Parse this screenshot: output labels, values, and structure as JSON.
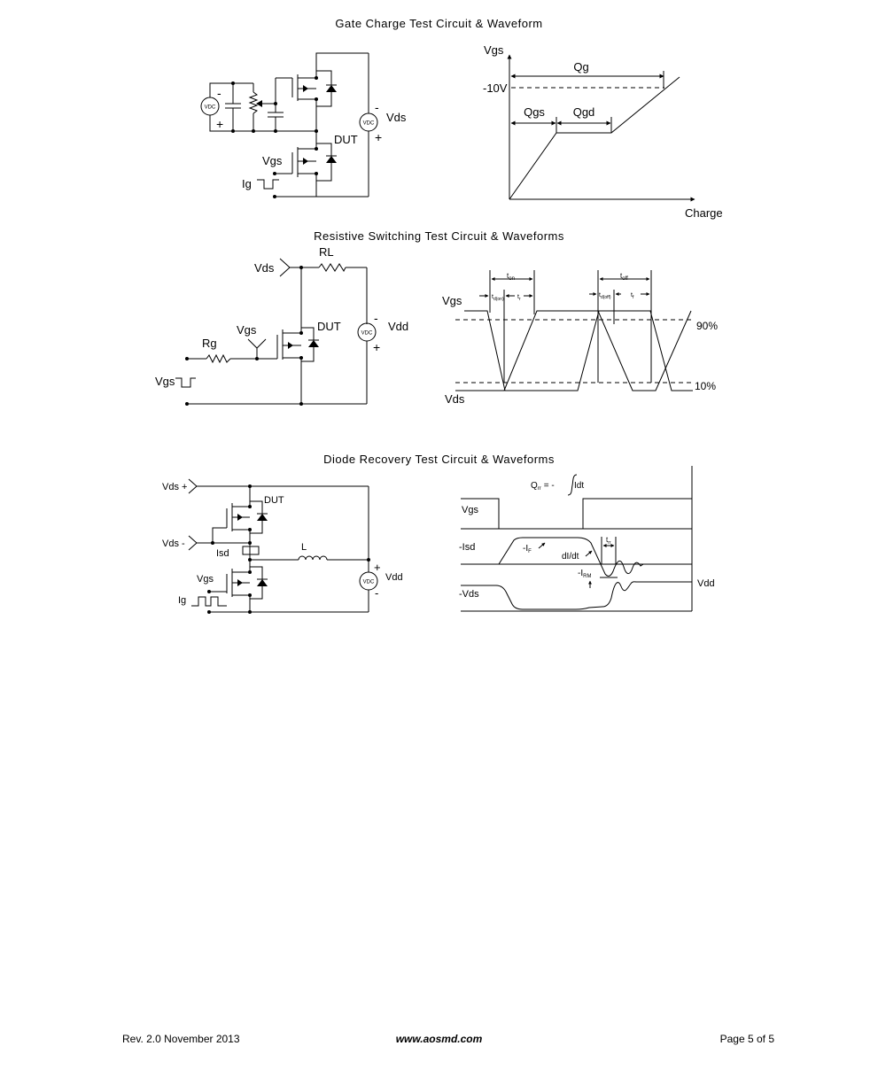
{
  "sections": {
    "gate_charge": {
      "title": "Gate Charge Test Circuit & Waveform",
      "circuit": {
        "vdc": "VDC",
        "minus": "-",
        "plus": "+",
        "vds": "Vds",
        "dut": "DUT",
        "vgs": "Vgs",
        "ig": "Ig"
      },
      "waveform": {
        "y_label": "Vgs",
        "x_label": "Charge",
        "level": "-10V",
        "qg": "Qg",
        "qgs": "Qgs",
        "qgd": "Qgd"
      }
    },
    "resistive_switching": {
      "title": "Resistive Switching Test Circuit & Waveforms",
      "circuit": {
        "vds": "Vds",
        "rl": "RL",
        "vgs": "Vgs",
        "dut": "DUT",
        "rg": "Rg",
        "vgs_pulse": "Vgs",
        "vdc": "VDC",
        "minus": "-",
        "plus": "+",
        "vdd": "Vdd"
      },
      "waveform": {
        "vgs": "Vgs",
        "vds": "Vds",
        "pct90": "90%",
        "pct10": "10%",
        "ton": "t",
        "ton_sub": "on",
        "toff": "t",
        "toff_sub": "off",
        "tdon": "t",
        "tdon_sub": "d(on)",
        "tr": "t",
        "tr_sub": "r",
        "tdoff": "t",
        "tdoff_sub": "d(off)",
        "tf": "t",
        "tf_sub": "f"
      }
    },
    "diode_recovery": {
      "title": "Diode Recovery Test Circuit & Waveforms",
      "circuit": {
        "vds_plus": "Vds +",
        "vds_minus": "Vds -",
        "dut": "DUT",
        "isd": "Isd",
        "l": "L",
        "vgs": "Vgs",
        "ig": "Ig",
        "vdc": "VDC",
        "plus": "+",
        "minus": "-",
        "vdd": "Vdd"
      },
      "waveform": {
        "qrr": "Q",
        "qrr_sub": "rr",
        "qrr_eq": "= -",
        "idt": "Idt",
        "vgs": "Vgs",
        "isd": "-Isd",
        "vds": "-Vds",
        "if": "-I",
        "if_sub": "F",
        "didt": "dI/dt",
        "trr": "t",
        "trr_sub": "rr",
        "irm": "-I",
        "irm_sub": "RM",
        "vdd": "Vdd"
      }
    }
  },
  "footer": {
    "revision": "Rev. 2.0 November 2013",
    "website": "www.aosmd.com",
    "page": "Page 5 of 5"
  }
}
